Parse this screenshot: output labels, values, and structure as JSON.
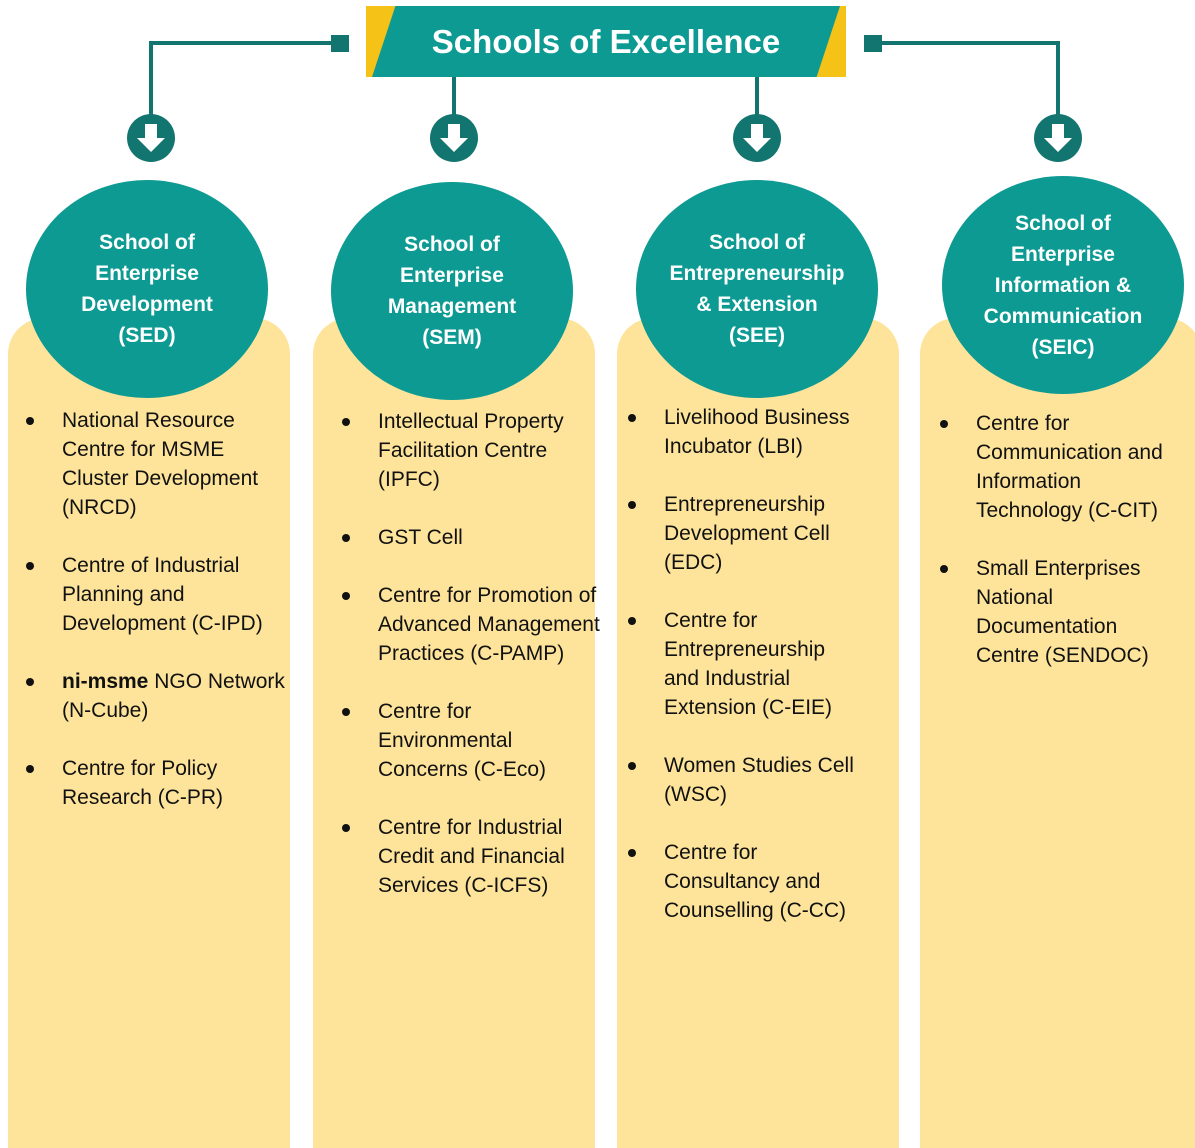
{
  "title": "Schools of Excellence",
  "colors": {
    "teal": "#0d9a92",
    "dark_teal": "#13756f",
    "gold": "#f5c218",
    "column_fill": "#fde49a"
  },
  "schools": [
    {
      "name_lines": [
        "School of",
        "Enterprise",
        "Development",
        "(SED)"
      ],
      "items": [
        {
          "text": "National Resource Centre for MSME Cluster Development (NRCD)"
        },
        {
          "text": "Centre of Industrial Planning and Development (C-IPD)"
        },
        {
          "bold": "ni-msme",
          "text": " NGO Network (N-Cube)"
        },
        {
          "text": "Centre for Policy Research (C-PR)"
        }
      ]
    },
    {
      "name_lines": [
        "School of",
        "Enterprise",
        "Management",
        "(SEM)"
      ],
      "items": [
        {
          "text": "Intellectual Property Facilitation Centre (IPFC)"
        },
        {
          "text": "GST Cell"
        },
        {
          "text": "Centre for Promotion of Advanced Management Practices (C-PAMP)"
        },
        {
          "text": "Centre for Environmental Concerns (C-Eco)"
        },
        {
          "text": "Centre for Industrial Credit and Financial Services (C-ICFS)"
        }
      ]
    },
    {
      "name_lines": [
        "School of",
        "Entrepreneurship",
        "& Extension",
        "(SEE)"
      ],
      "items": [
        {
          "text": "Livelihood Business Incubator (LBI)"
        },
        {
          "text": "Entrepreneurship Development Cell (EDC)"
        },
        {
          "text": "Centre for Entrepreneurship and Industrial Extension (C-EIE)"
        },
        {
          "text": "Women Studies Cell (WSC)"
        },
        {
          "text": "Centre for Consultancy and Counselling (C-CC)"
        }
      ]
    },
    {
      "name_lines": [
        "School of",
        "Enterprise",
        "Information &",
        "Communication",
        "(SEIC)"
      ],
      "items": [
        {
          "text": "Centre for Communication and Information Technology (C-CIT)"
        },
        {
          "text": "Small Enterprises National Documentation Centre (SENDOC)"
        }
      ]
    }
  ]
}
